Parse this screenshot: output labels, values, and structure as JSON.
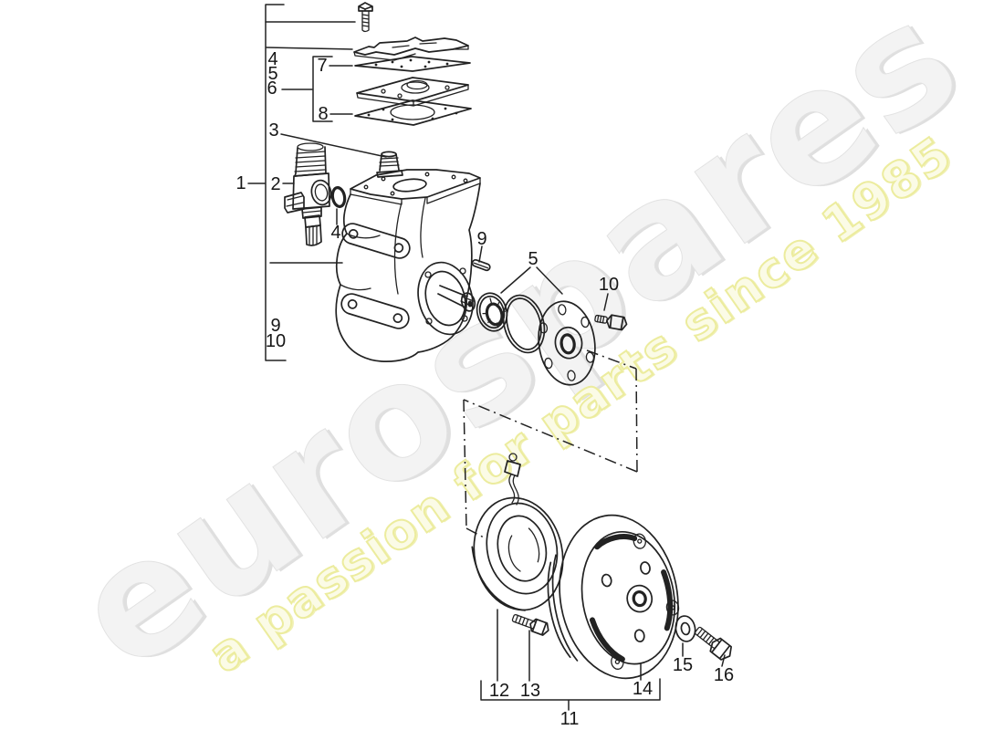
{
  "watermark": {
    "brand": "eurospares",
    "tagline": "a passion for parts since 1985",
    "brand_fill_color": "#f3f3f3",
    "brand_edge_color": "#e0e0e0",
    "tagline_fill_color": "#fbfbe6",
    "tagline_edge_color": "#ecec9e"
  },
  "diagram": {
    "line_color": "#222222",
    "background_color": "#ffffff",
    "callouts": [
      {
        "part": "1"
      },
      {
        "part": "2"
      },
      {
        "part": "4"
      },
      {
        "part": "5"
      },
      {
        "part": "6"
      },
      {
        "part": "7"
      },
      {
        "part": "8"
      },
      {
        "part": "3"
      },
      {
        "part": "4"
      },
      {
        "part": "9"
      },
      {
        "part": "10"
      },
      {
        "part": "9"
      },
      {
        "part": "5"
      },
      {
        "part": "10"
      },
      {
        "part": "12"
      },
      {
        "part": "13"
      },
      {
        "part": "14"
      },
      {
        "part": "15"
      },
      {
        "part": "16"
      },
      {
        "part": "11"
      }
    ]
  }
}
